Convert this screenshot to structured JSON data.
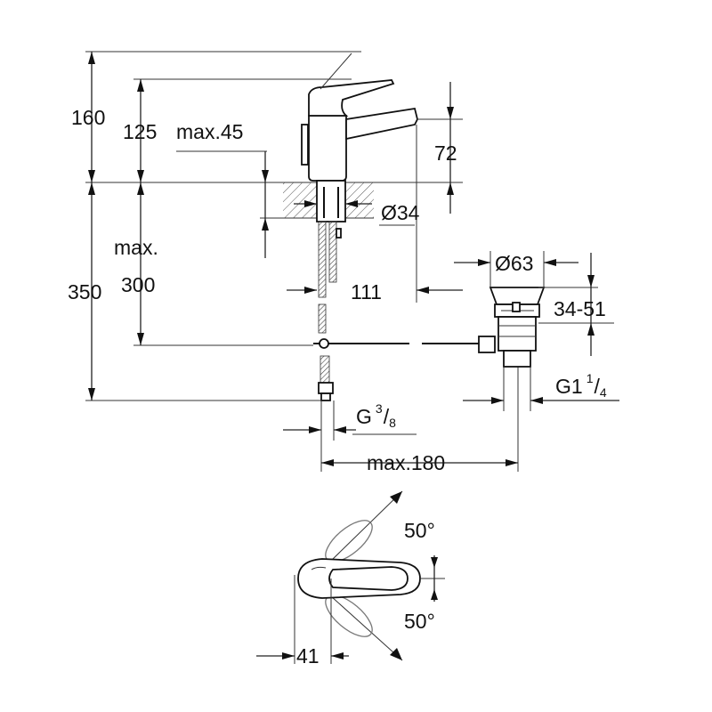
{
  "dimensions": {
    "d160": "160",
    "d125": "125",
    "dmax45": "max.45",
    "d72": "72",
    "d34": "Ø34",
    "dmax": "max.",
    "d300": "300",
    "d350": "350",
    "d111": "111",
    "d63": "Ø63",
    "d3451": "34-51",
    "g38_main": "G",
    "g38_num": "3",
    "g38_den": "8",
    "g114_main": "G1",
    "g114_num": "1",
    "g114_den": "4",
    "dmax180": "max.180",
    "ang_top": "50°",
    "ang_bot": "50°",
    "d41": "41"
  }
}
